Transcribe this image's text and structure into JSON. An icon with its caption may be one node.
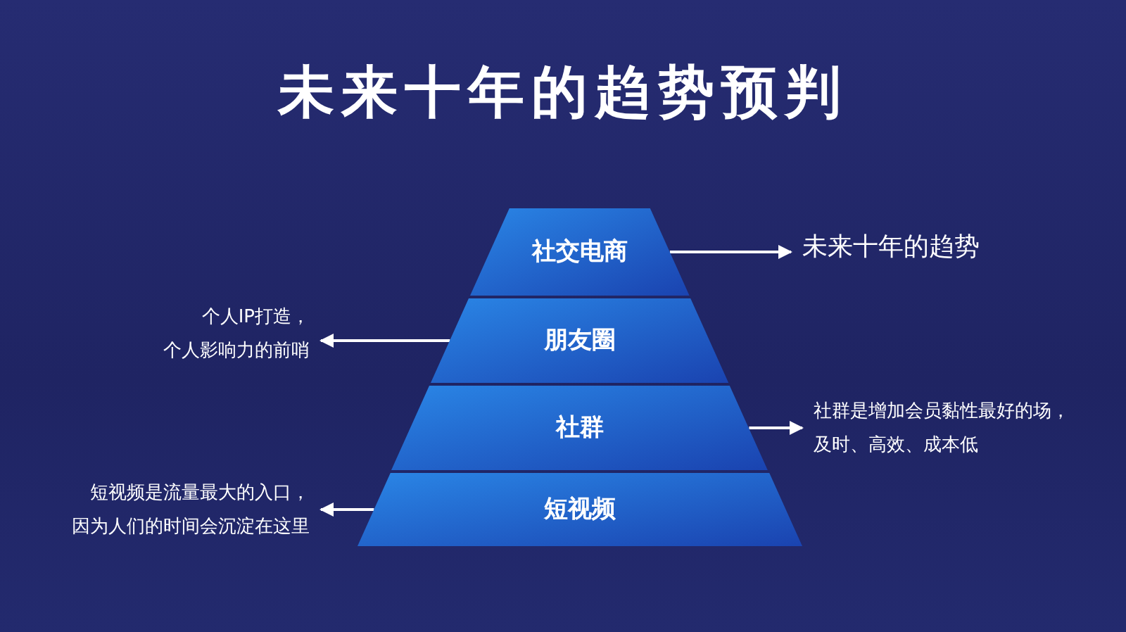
{
  "diagram": {
    "title": "未来十年的趋势预判",
    "nodes": [
      {
        "text": [
          "社交电商"
        ]
      },
      {
        "text": [
          "朋友圈"
        ]
      },
      {
        "text": [
          "社群"
        ]
      },
      {
        "text": [
          "短视频"
        ]
      },
      {
        "text": [
          "未来十年的趋势"
        ]
      },
      {
        "text": [
          "个人IP打造，个人影响力的前哨"
        ]
      },
      {
        "text": [
          "社群是增加会员黏性最好的场，及时、高效、成本低"
        ]
      },
      {
        "text": [
          "短视频是流量最大的入口，因为人们的时间会沉淀在这里"
        ]
      }
    ],
    "edges": [
      {
        "from": 0,
        "to": 4,
        "arrow": "to"
      },
      {
        "from": 1,
        "to": 5,
        "arrow": "to"
      },
      {
        "from": 2,
        "to": 6,
        "arrow": "to"
      },
      {
        "from": 3,
        "to": 7,
        "arrow": "to"
      }
    ]
  }
}
